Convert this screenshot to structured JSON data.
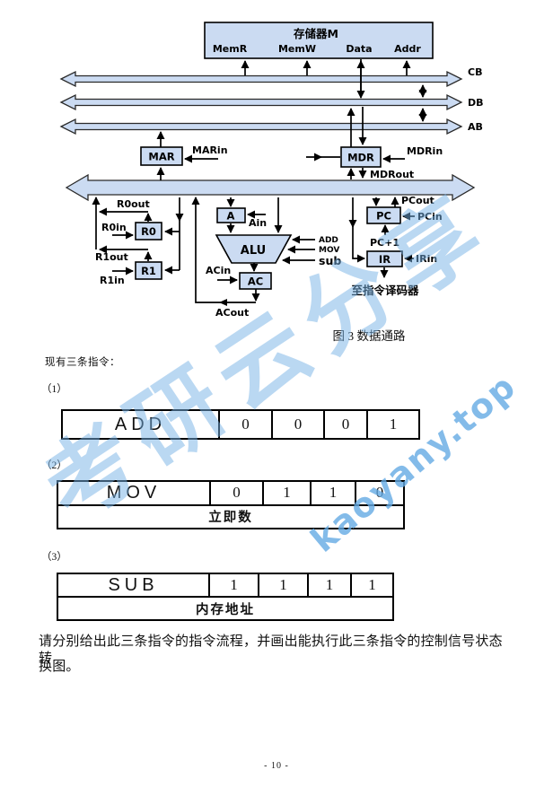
{
  "diagram": {
    "caption": "图 3 数据通路",
    "memory": {
      "title": "存储器M",
      "ports": [
        "MemR",
        "MemW",
        "Data",
        "Addr"
      ]
    },
    "buses": [
      "CB",
      "DB",
      "AB"
    ],
    "registers": {
      "mar": "MAR",
      "mdr": "MDR",
      "r0": "R0",
      "r1": "R1",
      "a": "A",
      "alu": "ALU",
      "ac": "AC",
      "pc": "PC",
      "ir": "IR"
    },
    "signals": {
      "marin": "MARin",
      "mdrin": "MDRin",
      "mdrout": "MDRout",
      "r0out": "R0out",
      "r0in": "R0in",
      "r1out": "R1out",
      "r1in": "R1in",
      "ain": "Ain",
      "add": "ADD",
      "mov": "MOV",
      "sub": "sub",
      "acin": "ACin",
      "acout": "ACout",
      "pcout": "PCout",
      "pcin": "PCin",
      "pc_plus_1": "PC+1",
      "irin": "IRin"
    },
    "decoder_note": "至指令译码器"
  },
  "text": {
    "intro": "现有三条指令：",
    "question_line1": "请分别给出此三条指令的指令流程，并画出能执行此三条指令的控制信号状态转",
    "question_line2": "换图。"
  },
  "instructions": [
    {
      "num": "（1）",
      "op": "ADD",
      "bits": [
        "0",
        "0",
        "0",
        "1"
      ],
      "operand": null
    },
    {
      "num": "（2）",
      "op": "MOV",
      "bits": [
        "0",
        "1",
        "1",
        "0"
      ],
      "operand": "立即数"
    },
    {
      "num": "（3）",
      "op": "SUB",
      "bits": [
        "1",
        "1",
        "1",
        "1"
      ],
      "operand": "内存地址"
    }
  ],
  "watermark": {
    "cn": "考研云分享",
    "site": "kaoyany.top"
  },
  "page": {
    "number": "- 10 -"
  },
  "colors": {
    "box_fill": "#cbdbf2",
    "line": "#000000",
    "watermark_blue": "#74b2e4"
  }
}
